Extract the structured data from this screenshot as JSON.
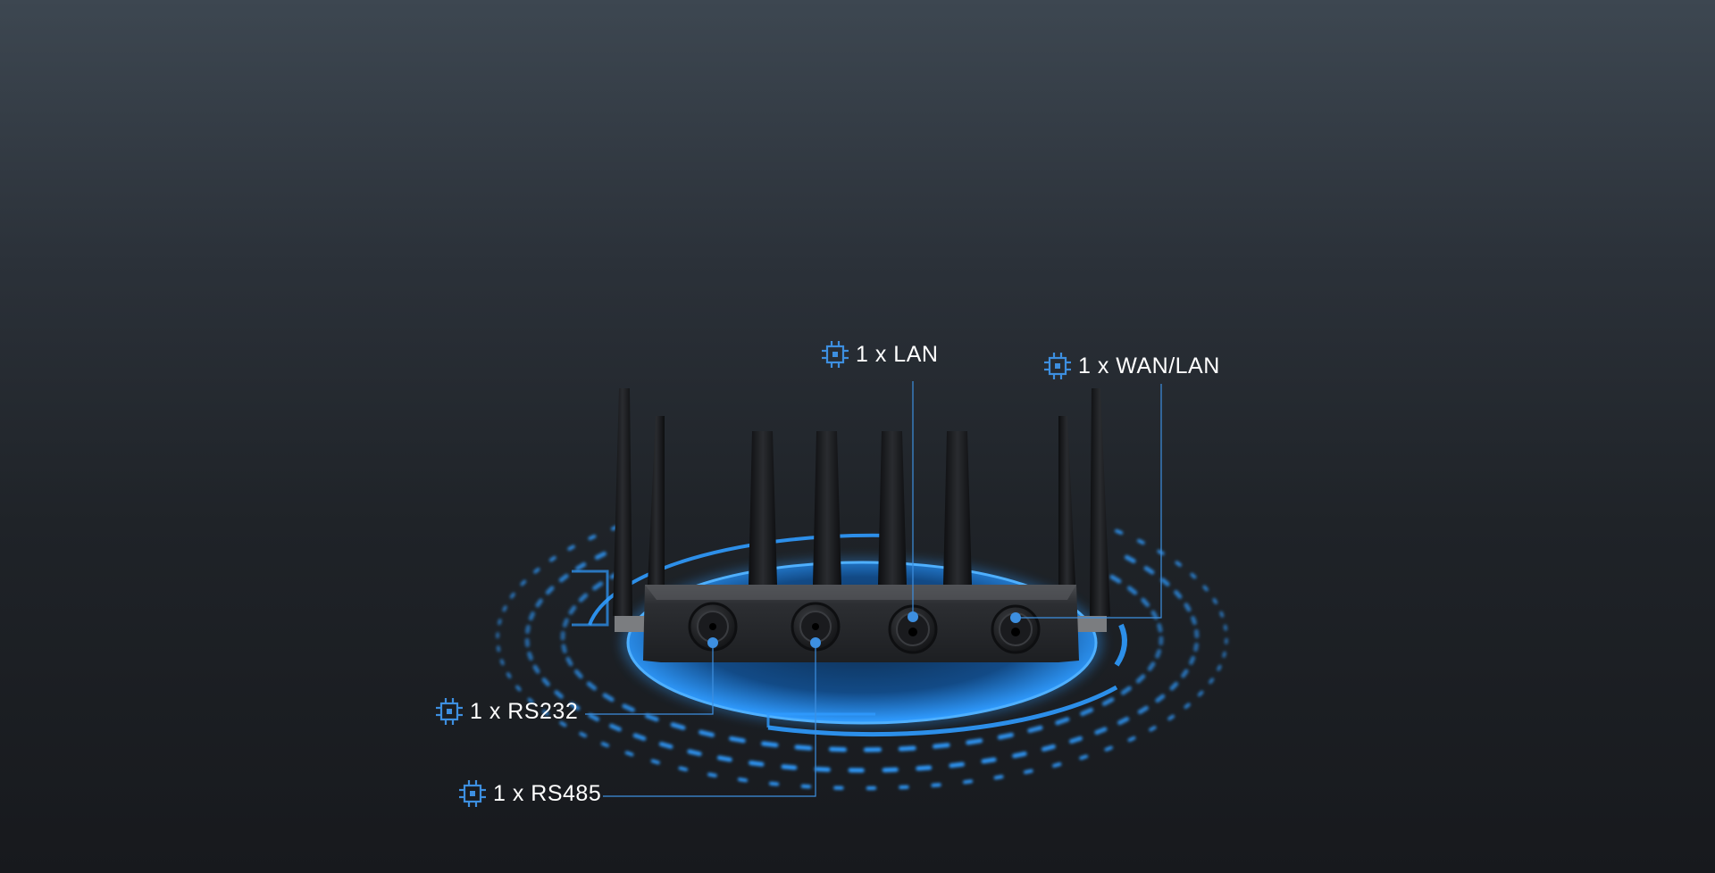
{
  "callouts": {
    "lan": "1 x LAN",
    "wan_lan": "1 x WAN/LAN",
    "rs232": "1 x RS232",
    "rs485": "1 x RS485"
  },
  "icons": {
    "callout_icon": "chip-icon"
  },
  "colors": {
    "accent": "#3d8fe0",
    "glow": "#2f9bff",
    "device_body": "#2a2c30",
    "text": "#ffffff",
    "background_top": "#3d4751",
    "background_bottom": "#17191d"
  }
}
